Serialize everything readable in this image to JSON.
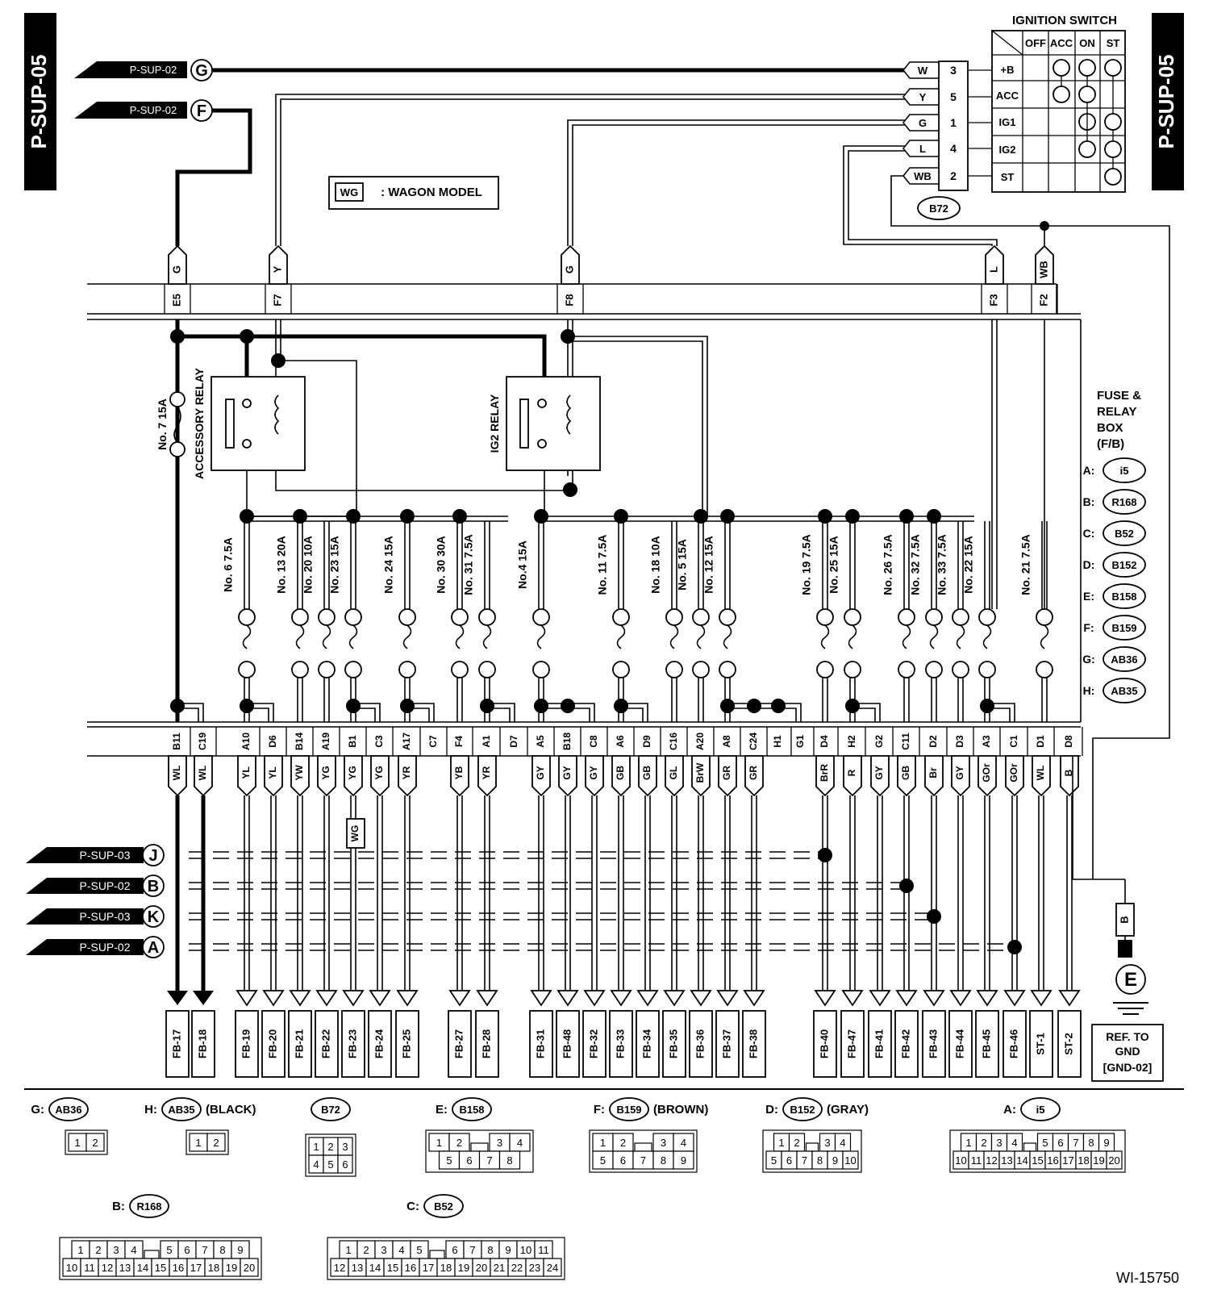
{
  "page_ref": "P-SUP-05",
  "ignition_switch": {
    "title": "IGNITION SWITCH",
    "positions": [
      "OFF",
      "ACC",
      "ON",
      "ST"
    ],
    "rows": [
      {
        "label": "+B",
        "pin": "3",
        "color": "W"
      },
      {
        "label": "ACC",
        "pin": "5",
        "color": "Y"
      },
      {
        "label": "IG1",
        "pin": "1",
        "color": "G"
      },
      {
        "label": "IG2",
        "pin": "4",
        "color": "L"
      },
      {
        "label": "ST",
        "pin": "2",
        "color": "WB"
      }
    ],
    "connector": "B72"
  },
  "legend_note": {
    "tag": "WG",
    "text": ": WAGON MODEL"
  },
  "inputs": [
    {
      "ref": "P-SUP-02",
      "letter": "G"
    },
    {
      "ref": "P-SUP-02",
      "letter": "F"
    }
  ],
  "top_pins": [
    {
      "wire": "G",
      "pin": "E5"
    },
    {
      "wire": "Y",
      "pin": "F7"
    },
    {
      "wire": "G",
      "pin": "F8"
    },
    {
      "wire": "L",
      "pin": "F3"
    },
    {
      "wire": "WB",
      "pin": "F2"
    }
  ],
  "relays": {
    "accessory": "ACCESSORY RELAY",
    "ig2": "IG2 RELAY"
  },
  "fuses": [
    "No. 7 15A",
    "No. 6 7.5A",
    "No. 13 20A",
    "No. 20 10A",
    "No. 23 15A",
    "No. 24 15A",
    "No. 30 30A",
    "No. 31 7.5A",
    "No.4 15A",
    "No. 11 7.5A",
    "No. 18 10A",
    "No. 5 15A",
    "No. 12 15A",
    "No. 19 7.5A",
    "No. 25 15A",
    "No. 26 7.5A",
    "No. 32 7.5A",
    "No. 33 7.5A",
    "No. 22 15A",
    "No. 21 7.5A"
  ],
  "bottom_pins": [
    {
      "pin": "B11",
      "wire": "WL",
      "dest": "FB-17"
    },
    {
      "pin": "C19",
      "wire": "WL",
      "dest": "FB-18"
    },
    {
      "pin": "A10",
      "wire": "YL",
      "dest": "FB-19"
    },
    {
      "pin": "D6",
      "wire": "YL",
      "dest": "FB-20"
    },
    {
      "pin": "B14",
      "wire": "YW",
      "dest": "FB-21"
    },
    {
      "pin": "A19",
      "wire": "YG",
      "dest": "FB-22"
    },
    {
      "pin": "B1",
      "wire": "YG",
      "dest": "FB-23"
    },
    {
      "pin": "C3",
      "wire": "YG",
      "dest": "FB-24"
    },
    {
      "pin": "A17",
      "wire": "YR",
      "dest": "FB-25"
    },
    {
      "pin": "C7",
      "wire": "",
      "dest": ""
    },
    {
      "pin": "F4",
      "wire": "YB",
      "dest": "FB-27"
    },
    {
      "pin": "A1",
      "wire": "YR",
      "dest": "FB-28"
    },
    {
      "pin": "D7",
      "wire": "",
      "dest": ""
    },
    {
      "pin": "A5",
      "wire": "GY",
      "dest": "FB-31"
    },
    {
      "pin": "B18",
      "wire": "GY",
      "dest": "FB-48"
    },
    {
      "pin": "C8",
      "wire": "GY",
      "dest": "FB-32"
    },
    {
      "pin": "A6",
      "wire": "GB",
      "dest": "FB-33"
    },
    {
      "pin": "D9",
      "wire": "GB",
      "dest": "FB-34"
    },
    {
      "pin": "C16",
      "wire": "GL",
      "dest": "FB-35"
    },
    {
      "pin": "A20",
      "wire": "BrW",
      "dest": "FB-36"
    },
    {
      "pin": "A8",
      "wire": "GR",
      "dest": "FB-37"
    },
    {
      "pin": "C24",
      "wire": "GR",
      "dest": "FB-38"
    },
    {
      "pin": "H1",
      "wire": "",
      "dest": ""
    },
    {
      "pin": "G1",
      "wire": "",
      "dest": ""
    },
    {
      "pin": "D4",
      "wire": "BrR",
      "dest": "FB-40"
    },
    {
      "pin": "H2",
      "wire": "R",
      "dest": "FB-47"
    },
    {
      "pin": "G2",
      "wire": "GY",
      "dest": "FB-41"
    },
    {
      "pin": "C11",
      "wire": "GB",
      "dest": "FB-42"
    },
    {
      "pin": "D2",
      "wire": "Br",
      "dest": "FB-43"
    },
    {
      "pin": "D3",
      "wire": "GY",
      "dest": "FB-44"
    },
    {
      "pin": "A3",
      "wire": "GOr",
      "dest": "FB-45"
    },
    {
      "pin": "C1",
      "wire": "GOr",
      "dest": "FB-46"
    },
    {
      "pin": "D1",
      "wire": "WL",
      "dest": "ST-1"
    },
    {
      "pin": "D8",
      "wire": "B",
      "dest": "ST-2"
    }
  ],
  "wg_tag": "WG",
  "side_refs": [
    {
      "ref": "P-SUP-03",
      "letter": "J"
    },
    {
      "ref": "P-SUP-02",
      "letter": "B"
    },
    {
      "ref": "P-SUP-03",
      "letter": "K"
    },
    {
      "ref": "P-SUP-02",
      "letter": "A"
    }
  ],
  "fuse_box": {
    "title": [
      "FUSE &",
      "RELAY",
      "BOX",
      "(F/B)"
    ],
    "connectors": [
      {
        "key": "A:",
        "id": "i5"
      },
      {
        "key": "B:",
        "id": "R168"
      },
      {
        "key": "C:",
        "id": "B52"
      },
      {
        "key": "D:",
        "id": "B152"
      },
      {
        "key": "E:",
        "id": "B158"
      },
      {
        "key": "F:",
        "id": "B159"
      },
      {
        "key": "G:",
        "id": "AB36"
      },
      {
        "key": "H:",
        "id": "AB35"
      }
    ]
  },
  "ground": {
    "wire": "B",
    "letter": "E",
    "ref": [
      "REF. TO",
      "GND",
      "[GND-02]"
    ]
  },
  "connector_views": [
    {
      "key": "G:",
      "id": "AB36",
      "note": ""
    },
    {
      "key": "H:",
      "id": "AB35",
      "note": "(BLACK)"
    },
    {
      "key": "",
      "id": "B72",
      "note": ""
    },
    {
      "key": "E:",
      "id": "B158",
      "note": ""
    },
    {
      "key": "F:",
      "id": "B159",
      "note": "(BROWN)"
    },
    {
      "key": "D:",
      "id": "B152",
      "note": "(GRAY)"
    },
    {
      "key": "A:",
      "id": "i5",
      "note": ""
    },
    {
      "key": "B:",
      "id": "R168",
      "note": ""
    },
    {
      "key": "C:",
      "id": "B52",
      "note": ""
    }
  ],
  "connector_pins": {
    "ab36": [
      [
        "1",
        "2"
      ]
    ],
    "ab35": [
      [
        "1",
        "2"
      ]
    ],
    "b72": [
      [
        "1",
        "2",
        "3"
      ],
      [
        "4",
        "5",
        "6"
      ]
    ],
    "b158": [
      [
        "1",
        "2",
        "",
        "3",
        "4"
      ],
      [
        "5",
        "6",
        "7",
        "8"
      ]
    ],
    "b159": [
      [
        "1",
        "2",
        "",
        "3",
        "4"
      ],
      [
        "5",
        "6",
        "7",
        "8",
        "9"
      ]
    ],
    "b152": [
      [
        "1",
        "2",
        "",
        "3",
        "4"
      ],
      [
        "5",
        "6",
        "7",
        "8",
        "9",
        "10"
      ]
    ],
    "i5": [
      [
        "1",
        "2",
        "3",
        "4",
        "",
        "5",
        "6",
        "7",
        "8",
        "9"
      ],
      [
        "10",
        "11",
        "12",
        "13",
        "14",
        "15",
        "16",
        "17",
        "18",
        "19",
        "20"
      ]
    ],
    "r168": [
      [
        "1",
        "2",
        "3",
        "4",
        "",
        "5",
        "6",
        "7",
        "8",
        "9"
      ],
      [
        "10",
        "11",
        "12",
        "13",
        "14",
        "15",
        "16",
        "17",
        "18",
        "19",
        "20"
      ]
    ],
    "b52": [
      [
        "1",
        "2",
        "3",
        "4",
        "5",
        "",
        "6",
        "7",
        "8",
        "9",
        "10",
        "11"
      ],
      [
        "12",
        "13",
        "14",
        "15",
        "16",
        "17",
        "18",
        "19",
        "20",
        "21",
        "22",
        "23",
        "24"
      ]
    ]
  },
  "figure_id": "WI-15750"
}
